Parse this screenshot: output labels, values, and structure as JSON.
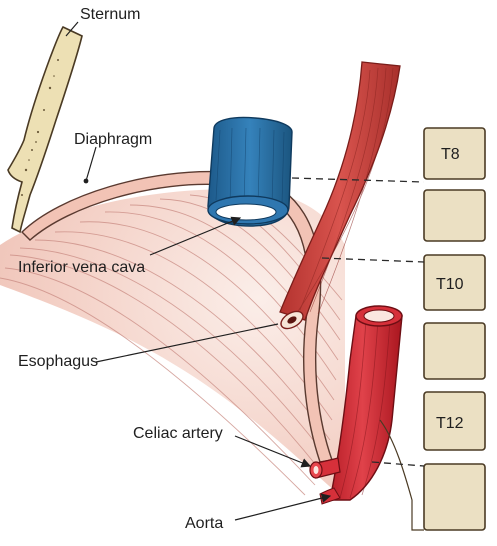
{
  "labels": {
    "sternum": "Sternum",
    "diaphragm": "Diaphragm",
    "inferior_vena_cava": "Inferior vena cava",
    "esophagus": "Esophagus",
    "celiac_artery": "Celiac artery",
    "aorta": "Aorta"
  },
  "vertebrae": [
    "T8",
    "",
    "T10",
    "",
    "T12",
    ""
  ],
  "colors": {
    "background": "#ffffff",
    "sternum": "#ede0b4",
    "muscle_fill": "#f3d0c6",
    "muscle_lines": "#c98a82",
    "diaphragm_band": "#f2c3b5",
    "vena_cava": "#2a6da0",
    "artery": "#d6303a",
    "esophagus": "#c8413e",
    "vertebra": "#ebe0c3"
  }
}
